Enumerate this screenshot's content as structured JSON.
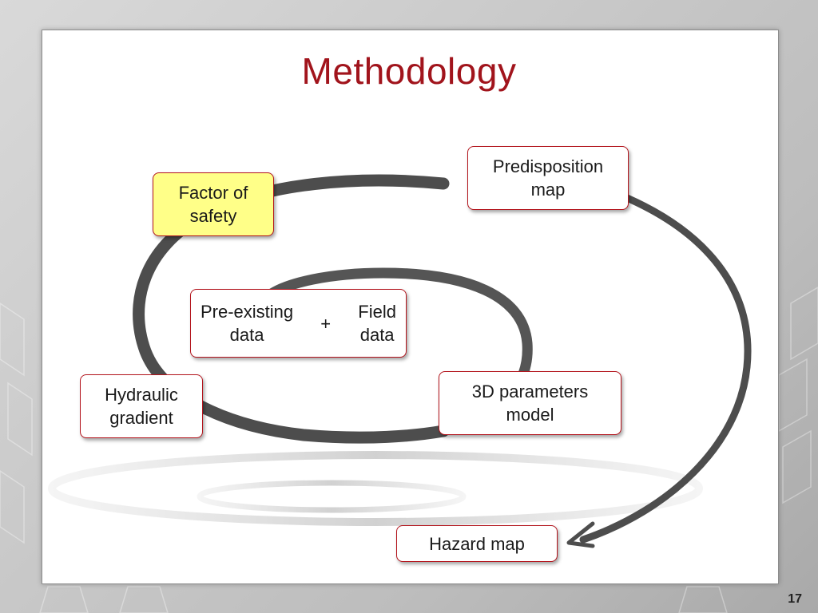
{
  "title": "Methodology",
  "page_number": "17",
  "nodes": {
    "factor_of_safety": "Factor of\nsafety",
    "predisposition_map": "Predisposition\nmap",
    "pre_existing": "Pre-existing\ndata",
    "plus": "+",
    "field_data": "Field\ndata",
    "hydraulic_gradient": "Hydraulic\ngradient",
    "parameters_model": "3D parameters\nmodel",
    "hazard_map": "Hazard map"
  },
  "colors": {
    "title": "#a1141c",
    "box_border": "#b3141c",
    "highlight_box": "#ffff88",
    "spiral": "#555555"
  }
}
